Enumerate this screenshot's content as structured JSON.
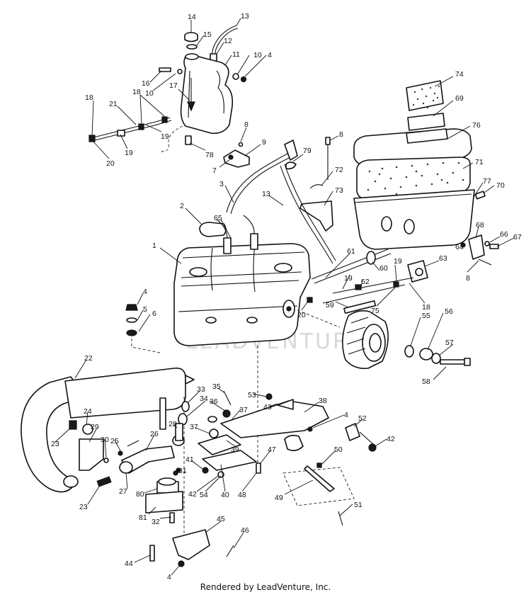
{
  "diagram": {
    "watermark": "LEADVENTURE",
    "footer": "Rendered by LeadVenture, Inc.",
    "callouts": [
      {
        "id": "c14",
        "text": "14"
      },
      {
        "id": "c13",
        "text": "13"
      },
      {
        "id": "c15",
        "text": "15"
      },
      {
        "id": "c12",
        "text": "12"
      },
      {
        "id": "c11",
        "text": "11"
      },
      {
        "id": "c10a",
        "text": "10"
      },
      {
        "id": "c4a",
        "text": "4"
      },
      {
        "id": "c16",
        "text": "16"
      },
      {
        "id": "c10b",
        "text": "10"
      },
      {
        "id": "c17",
        "text": "17"
      },
      {
        "id": "c18a",
        "text": "18"
      },
      {
        "id": "c21",
        "text": "21"
      },
      {
        "id": "c18b",
        "text": "18"
      },
      {
        "id": "c19a",
        "text": "19"
      },
      {
        "id": "c19b",
        "text": "19"
      },
      {
        "id": "c20a",
        "text": "20"
      },
      {
        "id": "c8a",
        "text": "8"
      },
      {
        "id": "c9",
        "text": "9"
      },
      {
        "id": "c78",
        "text": "78"
      },
      {
        "id": "c7",
        "text": "7"
      },
      {
        "id": "c79",
        "text": "79"
      },
      {
        "id": "c8b",
        "text": "8"
      },
      {
        "id": "c74",
        "text": "74"
      },
      {
        "id": "c69",
        "text": "69"
      },
      {
        "id": "c76",
        "text": "76"
      },
      {
        "id": "c71",
        "text": "71"
      },
      {
        "id": "c72",
        "text": "72"
      },
      {
        "id": "c73",
        "text": "73"
      },
      {
        "id": "c77",
        "text": "77"
      },
      {
        "id": "c70",
        "text": "70"
      },
      {
        "id": "c3",
        "text": "3"
      },
      {
        "id": "c13b",
        "text": "13"
      },
      {
        "id": "c2",
        "text": "2"
      },
      {
        "id": "c65",
        "text": "65"
      },
      {
        "id": "c1",
        "text": "1"
      },
      {
        "id": "c68",
        "text": "68"
      },
      {
        "id": "c66",
        "text": "66"
      },
      {
        "id": "c67",
        "text": "67"
      },
      {
        "id": "c64",
        "text": "64"
      },
      {
        "id": "c8c",
        "text": "8"
      },
      {
        "id": "c61",
        "text": "61"
      },
      {
        "id": "c60",
        "text": "60"
      },
      {
        "id": "c19c",
        "text": "19"
      },
      {
        "id": "c63",
        "text": "63"
      },
      {
        "id": "c62",
        "text": "62"
      },
      {
        "id": "c19d",
        "text": "19"
      },
      {
        "id": "c18c",
        "text": "18"
      },
      {
        "id": "c75",
        "text": "75"
      },
      {
        "id": "c20b",
        "text": "20"
      },
      {
        "id": "c59",
        "text": "59"
      },
      {
        "id": "c4b",
        "text": "4"
      },
      {
        "id": "c5",
        "text": "5"
      },
      {
        "id": "c6",
        "text": "6"
      },
      {
        "id": "c55",
        "text": "55"
      },
      {
        "id": "c56",
        "text": "56"
      },
      {
        "id": "c57",
        "text": "57"
      },
      {
        "id": "c58",
        "text": "58"
      },
      {
        "id": "c22",
        "text": "22"
      },
      {
        "id": "c33",
        "text": "33"
      },
      {
        "id": "c35",
        "text": "35"
      },
      {
        "id": "c34",
        "text": "34"
      },
      {
        "id": "c36",
        "text": "36"
      },
      {
        "id": "c53",
        "text": "53"
      },
      {
        "id": "c43",
        "text": "43"
      },
      {
        "id": "c38",
        "text": "38"
      },
      {
        "id": "c37a",
        "text": "37"
      },
      {
        "id": "c4c",
        "text": "4"
      },
      {
        "id": "c24",
        "text": "24"
      },
      {
        "id": "c29",
        "text": "29"
      },
      {
        "id": "c28",
        "text": "28"
      },
      {
        "id": "c37b",
        "text": "37"
      },
      {
        "id": "c52",
        "text": "52"
      },
      {
        "id": "c23a",
        "text": "23"
      },
      {
        "id": "c25",
        "text": "25"
      },
      {
        "id": "c30",
        "text": "30"
      },
      {
        "id": "c26",
        "text": "26"
      },
      {
        "id": "c39",
        "text": "39"
      },
      {
        "id": "c47",
        "text": "47"
      },
      {
        "id": "c42a",
        "text": "42"
      },
      {
        "id": "c50",
        "text": "50"
      },
      {
        "id": "c41",
        "text": "41"
      },
      {
        "id": "c31",
        "text": "31"
      },
      {
        "id": "c27",
        "text": "27"
      },
      {
        "id": "c80",
        "text": "80"
      },
      {
        "id": "c42b",
        "text": "42"
      },
      {
        "id": "c54",
        "text": "54"
      },
      {
        "id": "c40",
        "text": "40"
      },
      {
        "id": "c48",
        "text": "48"
      },
      {
        "id": "c49",
        "text": "49"
      },
      {
        "id": "c23b",
        "text": "23"
      },
      {
        "id": "c81",
        "text": "81"
      },
      {
        "id": "c32",
        "text": "32"
      },
      {
        "id": "c51",
        "text": "51"
      },
      {
        "id": "c45",
        "text": "45"
      },
      {
        "id": "c46",
        "text": "46"
      },
      {
        "id": "c44",
        "text": "44"
      },
      {
        "id": "c4d",
        "text": "4"
      }
    ]
  }
}
